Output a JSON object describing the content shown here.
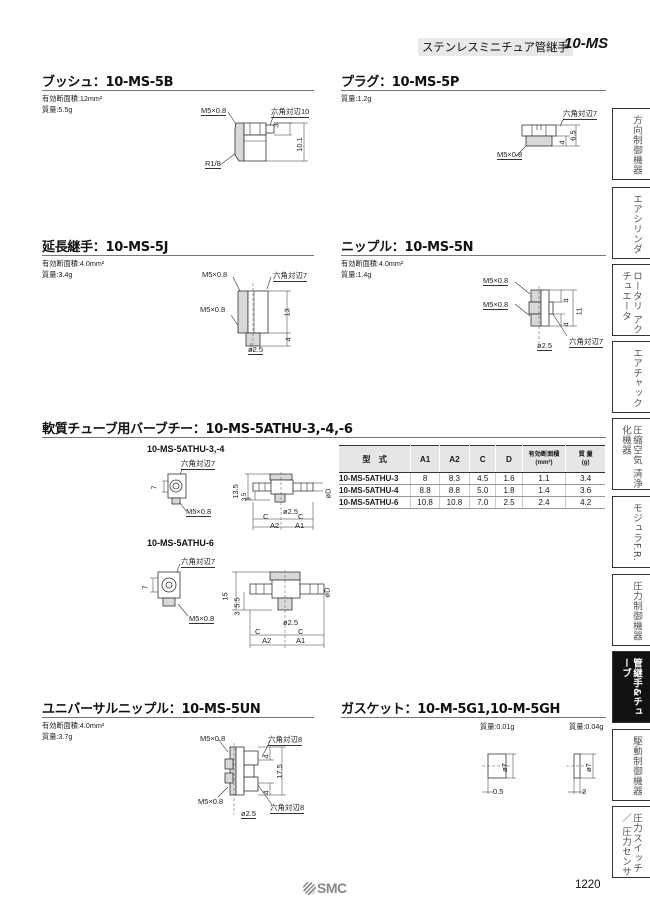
{
  "header": {
    "category": "ステンレスミニチュア管継手",
    "series": "10-MS"
  },
  "sections": {
    "bushing": {
      "title": "ブッシュ：10-MS-5B",
      "effective_area": "有効断面積:12mm²",
      "mass": "質量:5.5g",
      "labels": {
        "thread": "M5×0.8",
        "hex": "六角対辺10",
        "taper": "R1/8",
        "dim_a": "3",
        "dim_b": "10.1"
      }
    },
    "plug": {
      "title": "プラグ：10-MS-5P",
      "mass": "質量:1.2g",
      "labels": {
        "hex": "六角対辺7",
        "thread": "M5×0.8",
        "dim_a": "4",
        "dim_b": "6.5"
      }
    },
    "extension": {
      "title": "延長継手：10-MS-5J",
      "effective_area": "有効断面積:4.0mm²",
      "mass": "質量:3.4g",
      "labels": {
        "thread_top": "M5×0.8",
        "hex": "六角対辺7",
        "thread_bottom": "M5×0.8",
        "dim_a": "13",
        "dim_b": "4",
        "bore": "ø2.5"
      }
    },
    "nipple": {
      "title": "ニップル：10-MS-5N",
      "effective_area": "有効断面積:4.0mm²",
      "mass": "質量:1.4g",
      "labels": {
        "thread_top": "M5×0.8",
        "thread_bottom": "M5×0.8",
        "hex": "六角対辺7",
        "dim_a": "4",
        "dim_b": "11",
        "dim_c": "4",
        "bore": "ø2.5"
      }
    },
    "barb_tee": {
      "title": "軟質チューブ用バーブチー：10-MS-5ATHU-3,-4,-6",
      "sub1": {
        "title": "10-MS-5ATHU-3,-4",
        "labels": {
          "hex": "六角対辺7",
          "thread": "M5×0.8",
          "dim_7": "7",
          "dim_h": "13.5",
          "dim_a": "3.5",
          "dim_b": "3",
          "bore": "ø2.5",
          "od": "øD",
          "c1": "C",
          "c2": "C",
          "a2": "A2",
          "a1": "A1"
        }
      },
      "sub2": {
        "title": "10-MS-5ATHU-6",
        "labels": {
          "hex": "六角対辺7",
          "thread": "M5×0.8",
          "dim_7": "7",
          "dim_h": "15",
          "dim_a": "5.5",
          "dim_b": "3",
          "bore": "ø2.5",
          "od": "øD",
          "c1": "C",
          "c2": "C",
          "a2": "A2",
          "a1": "A1"
        }
      },
      "table": {
        "headers": [
          "型　式",
          "A1",
          "A2",
          "C",
          "D",
          "有効断面積\n(mm²)",
          "質 量\n(g)"
        ],
        "header_area_l1": "有効断面積",
        "header_area_l2": "(mm²)",
        "header_mass_l1": "質 量",
        "header_mass_l2": "(g)",
        "rows": [
          [
            "10-MS-5ATHU-3",
            "8",
            "8.3",
            "4.5",
            "1.6",
            "1.1",
            "3.4"
          ],
          [
            "10-MS-5ATHU-4",
            "8.8",
            "8.8",
            "5.0",
            "1.8",
            "1.4",
            "3.6"
          ],
          [
            "10-MS-5ATHU-6",
            "10.8",
            "10.8",
            "7.0",
            "2.5",
            "2.4",
            "4.2"
          ]
        ]
      }
    },
    "universal_nipple": {
      "title": "ユニバーサルニップル：10-MS-5UN",
      "effective_area": "有効断面積:4.0mm²",
      "mass": "質量:3.7g",
      "labels": {
        "thread_top": "M5×0.8",
        "hex_top": "六角対辺8",
        "thread_bottom": "M5×0.8",
        "hex_bottom": "六角対辺8",
        "dim_a": "4",
        "dim_b": "17.5",
        "dim_c": "4",
        "bore": "ø2.5"
      }
    },
    "gasket": {
      "title": "ガスケット：10-M-5G1,10-M-5GH",
      "g1": {
        "mass": "質量:0.01g",
        "dia": "ø7",
        "thk": "0.5"
      },
      "gh": {
        "mass": "質量:0.04g",
        "dia": "ø7",
        "thk": "2"
      }
    }
  },
  "side_tabs": [
    {
      "label": "方向制御機器",
      "active": false
    },
    {
      "label": "エアシリンダ",
      "active": false
    },
    {
      "label": "ロータリ アクチュエータ",
      "active": false
    },
    {
      "label": "エアチャック",
      "active": false
    },
    {
      "label": "圧縮空気 清浄化機器",
      "active": false
    },
    {
      "label": "モジュラF.R.",
      "active": false
    },
    {
      "label": "圧力制御機器",
      "active": false
    },
    {
      "label": "管継手&チューブ",
      "active": true
    },
    {
      "label": "駆動制御機器",
      "active": false
    },
    {
      "label": "圧力スイッチ／ 圧力センサ",
      "active": false
    }
  ],
  "footer": {
    "brand": "SMC",
    "page_number": "1220"
  }
}
